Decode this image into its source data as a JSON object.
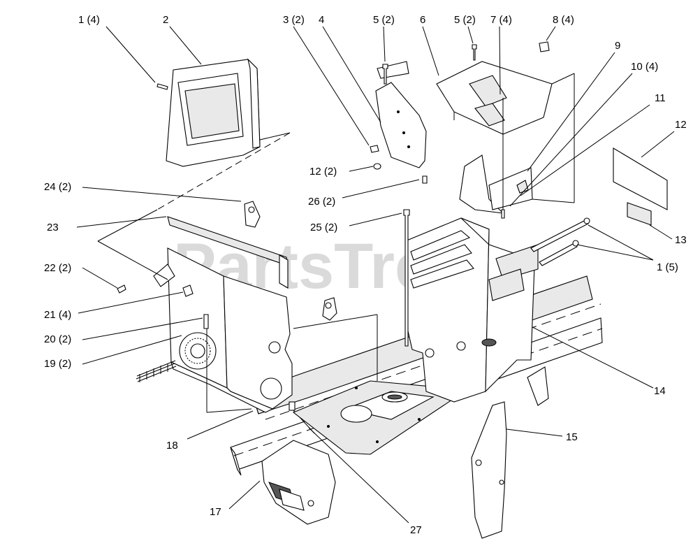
{
  "watermark": "PartsTree",
  "callouts": [
    {
      "id": "c1",
      "text": "1 (4)"
    },
    {
      "id": "c2",
      "text": "2"
    },
    {
      "id": "c3",
      "text": "3 (2)"
    },
    {
      "id": "c4",
      "text": "4"
    },
    {
      "id": "c5a",
      "text": "5 (2)"
    },
    {
      "id": "c6",
      "text": "6"
    },
    {
      "id": "c5b",
      "text": "5 (2)"
    },
    {
      "id": "c7",
      "text": "7 (4)"
    },
    {
      "id": "c8",
      "text": "8 (4)"
    },
    {
      "id": "c9",
      "text": "9"
    },
    {
      "id": "c10",
      "text": "10 (4)"
    },
    {
      "id": "c11",
      "text": "11"
    },
    {
      "id": "c12a",
      "text": "12"
    },
    {
      "id": "c12b",
      "text": "12 (2)"
    },
    {
      "id": "c26",
      "text": "26 (2)"
    },
    {
      "id": "c24",
      "text": "24 (2)"
    },
    {
      "id": "c23",
      "text": "23"
    },
    {
      "id": "c25",
      "text": "25 (2)"
    },
    {
      "id": "c13",
      "text": "13"
    },
    {
      "id": "c1b",
      "text": "1 (5)"
    },
    {
      "id": "c22",
      "text": "22 (2)"
    },
    {
      "id": "c21",
      "text": "21 (4)"
    },
    {
      "id": "c20",
      "text": "20 (2)"
    },
    {
      "id": "c19",
      "text": "19 (2)"
    },
    {
      "id": "c14",
      "text": "14"
    },
    {
      "id": "c18",
      "text": "18"
    },
    {
      "id": "c15",
      "text": "15"
    },
    {
      "id": "c17",
      "text": "17"
    },
    {
      "id": "c27",
      "text": "27"
    }
  ]
}
